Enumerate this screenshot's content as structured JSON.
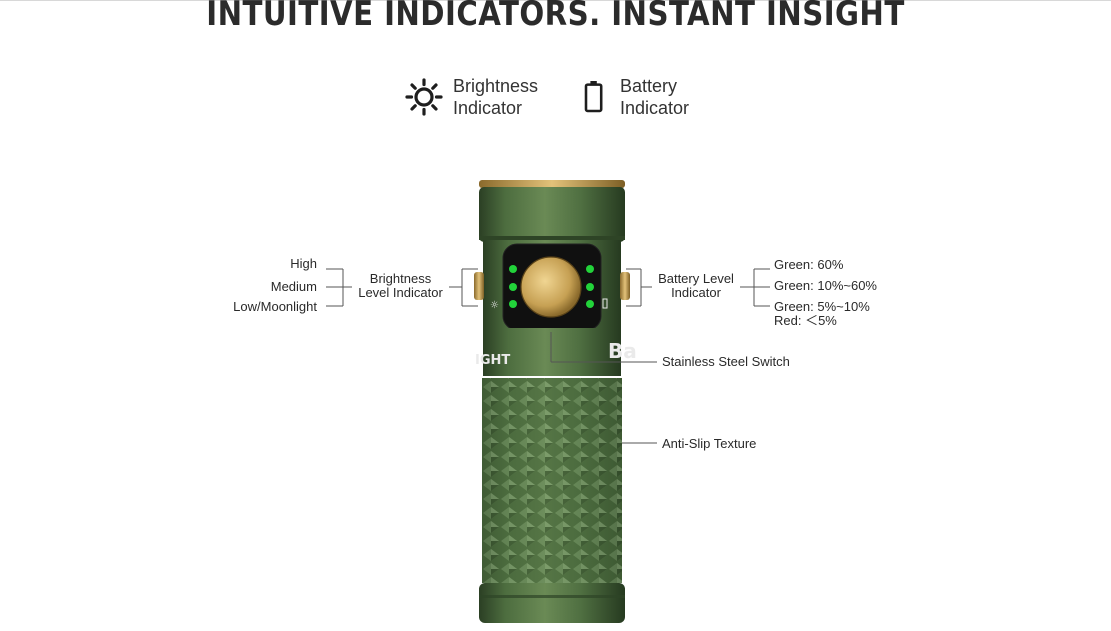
{
  "page": {
    "title": "INTUITIVE INDICATORS. INSTANT INSIGHT"
  },
  "legend": [
    {
      "icon": "sun-icon",
      "line1": "Brightness",
      "line2": "Indicator"
    },
    {
      "icon": "battery-icon",
      "line1": "Battery",
      "line2": "Indicator"
    }
  ],
  "brightness": {
    "levels": [
      "High",
      "Medium",
      "Low/Moonlight"
    ],
    "label_line1": "Brightness",
    "label_line2": "Level Indicator"
  },
  "battery": {
    "label_line1": "Battery Level",
    "label_line2": "Indicator",
    "levels": [
      "Green:  60%",
      "Green: 10%~60%",
      "Green: 5%~10%",
      "Red: ＜5%"
    ]
  },
  "callouts": {
    "switch": "Stainless Steel Switch",
    "texture": "Anti-Slip Texture"
  },
  "product": {
    "body_color": "#4b6b3f",
    "led_color": "#22d33a",
    "brass_color": "#c9a45a"
  }
}
